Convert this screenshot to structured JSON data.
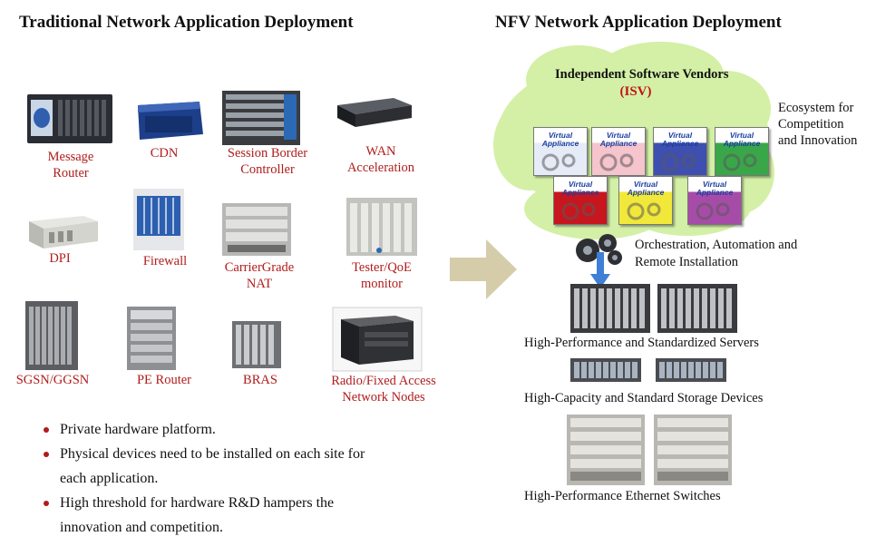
{
  "left": {
    "title": "Traditional Network Application Deployment",
    "devices": [
      {
        "icon": "message-router-device",
        "label_lines": [
          "Message",
          "Router"
        ]
      },
      {
        "icon": "cdn-device",
        "label_lines": [
          "CDN"
        ]
      },
      {
        "icon": "session-border-controller-device",
        "label_lines": [
          "Session Border",
          "Controller"
        ]
      },
      {
        "icon": "wan-acceleration-device",
        "label_lines": [
          "WAN",
          "Acceleration"
        ]
      },
      {
        "icon": "dpi-device",
        "label_lines": [
          "DPI"
        ]
      },
      {
        "icon": "firewall-device",
        "label_lines": [
          "Firewall"
        ]
      },
      {
        "icon": "carrier-grade-nat-device",
        "label_lines": [
          "CarrierGrade",
          "NAT"
        ]
      },
      {
        "icon": "tester-qoe-device",
        "label_lines": [
          "Tester/QoE",
          "monitor"
        ]
      },
      {
        "icon": "sgsn-ggsn-device",
        "label_lines": [
          "SGSN/GGSN"
        ]
      },
      {
        "icon": "pe-router-device",
        "label_lines": [
          "PE Router"
        ]
      },
      {
        "icon": "bras-device",
        "label_lines": [
          "BRAS"
        ]
      },
      {
        "icon": "radio-fixed-access-device",
        "label_lines": [
          "Radio/Fixed Access",
          "Network Nodes"
        ]
      }
    ],
    "bullets": [
      {
        "lines": [
          "Private hardware platform."
        ]
      },
      {
        "lines": [
          "Physical devices need to be installed on each site for",
          "each application."
        ]
      },
      {
        "lines": [
          "High threshold for hardware R&D hampers the",
          "innovation and competition."
        ]
      }
    ]
  },
  "right": {
    "title": "NFV Network Application Deployment",
    "cloud": {
      "line1": "Independent Software Vendors",
      "line2": "(ISV)"
    },
    "ecosystem_lines": [
      "Ecosystem for",
      "Competition",
      "and Innovation"
    ],
    "virtual_appliance": {
      "line1": "Virtual",
      "line2": "Appliance"
    },
    "appliance_colors": [
      "#e6ecf7",
      "#f5c4cc",
      "#3f4fb0",
      "#3aa64a",
      "#c8161e",
      "#f2e83a",
      "#a64ca8"
    ],
    "orchestration_lines": [
      "Orchestration, Automation and",
      "Remote Installation"
    ],
    "servers_label": "High-Performance and Standardized Servers",
    "storage_label": "High-Capacity and Standard Storage Devices",
    "switches_label": "High-Performance Ethernet Switches"
  },
  "colors": {
    "label_red": "#b01c1c",
    "cloud_green": "#d3f0a6",
    "arrow_tan": "#d5ccaa",
    "flow_arrow_blue": "#3f7fd6"
  }
}
